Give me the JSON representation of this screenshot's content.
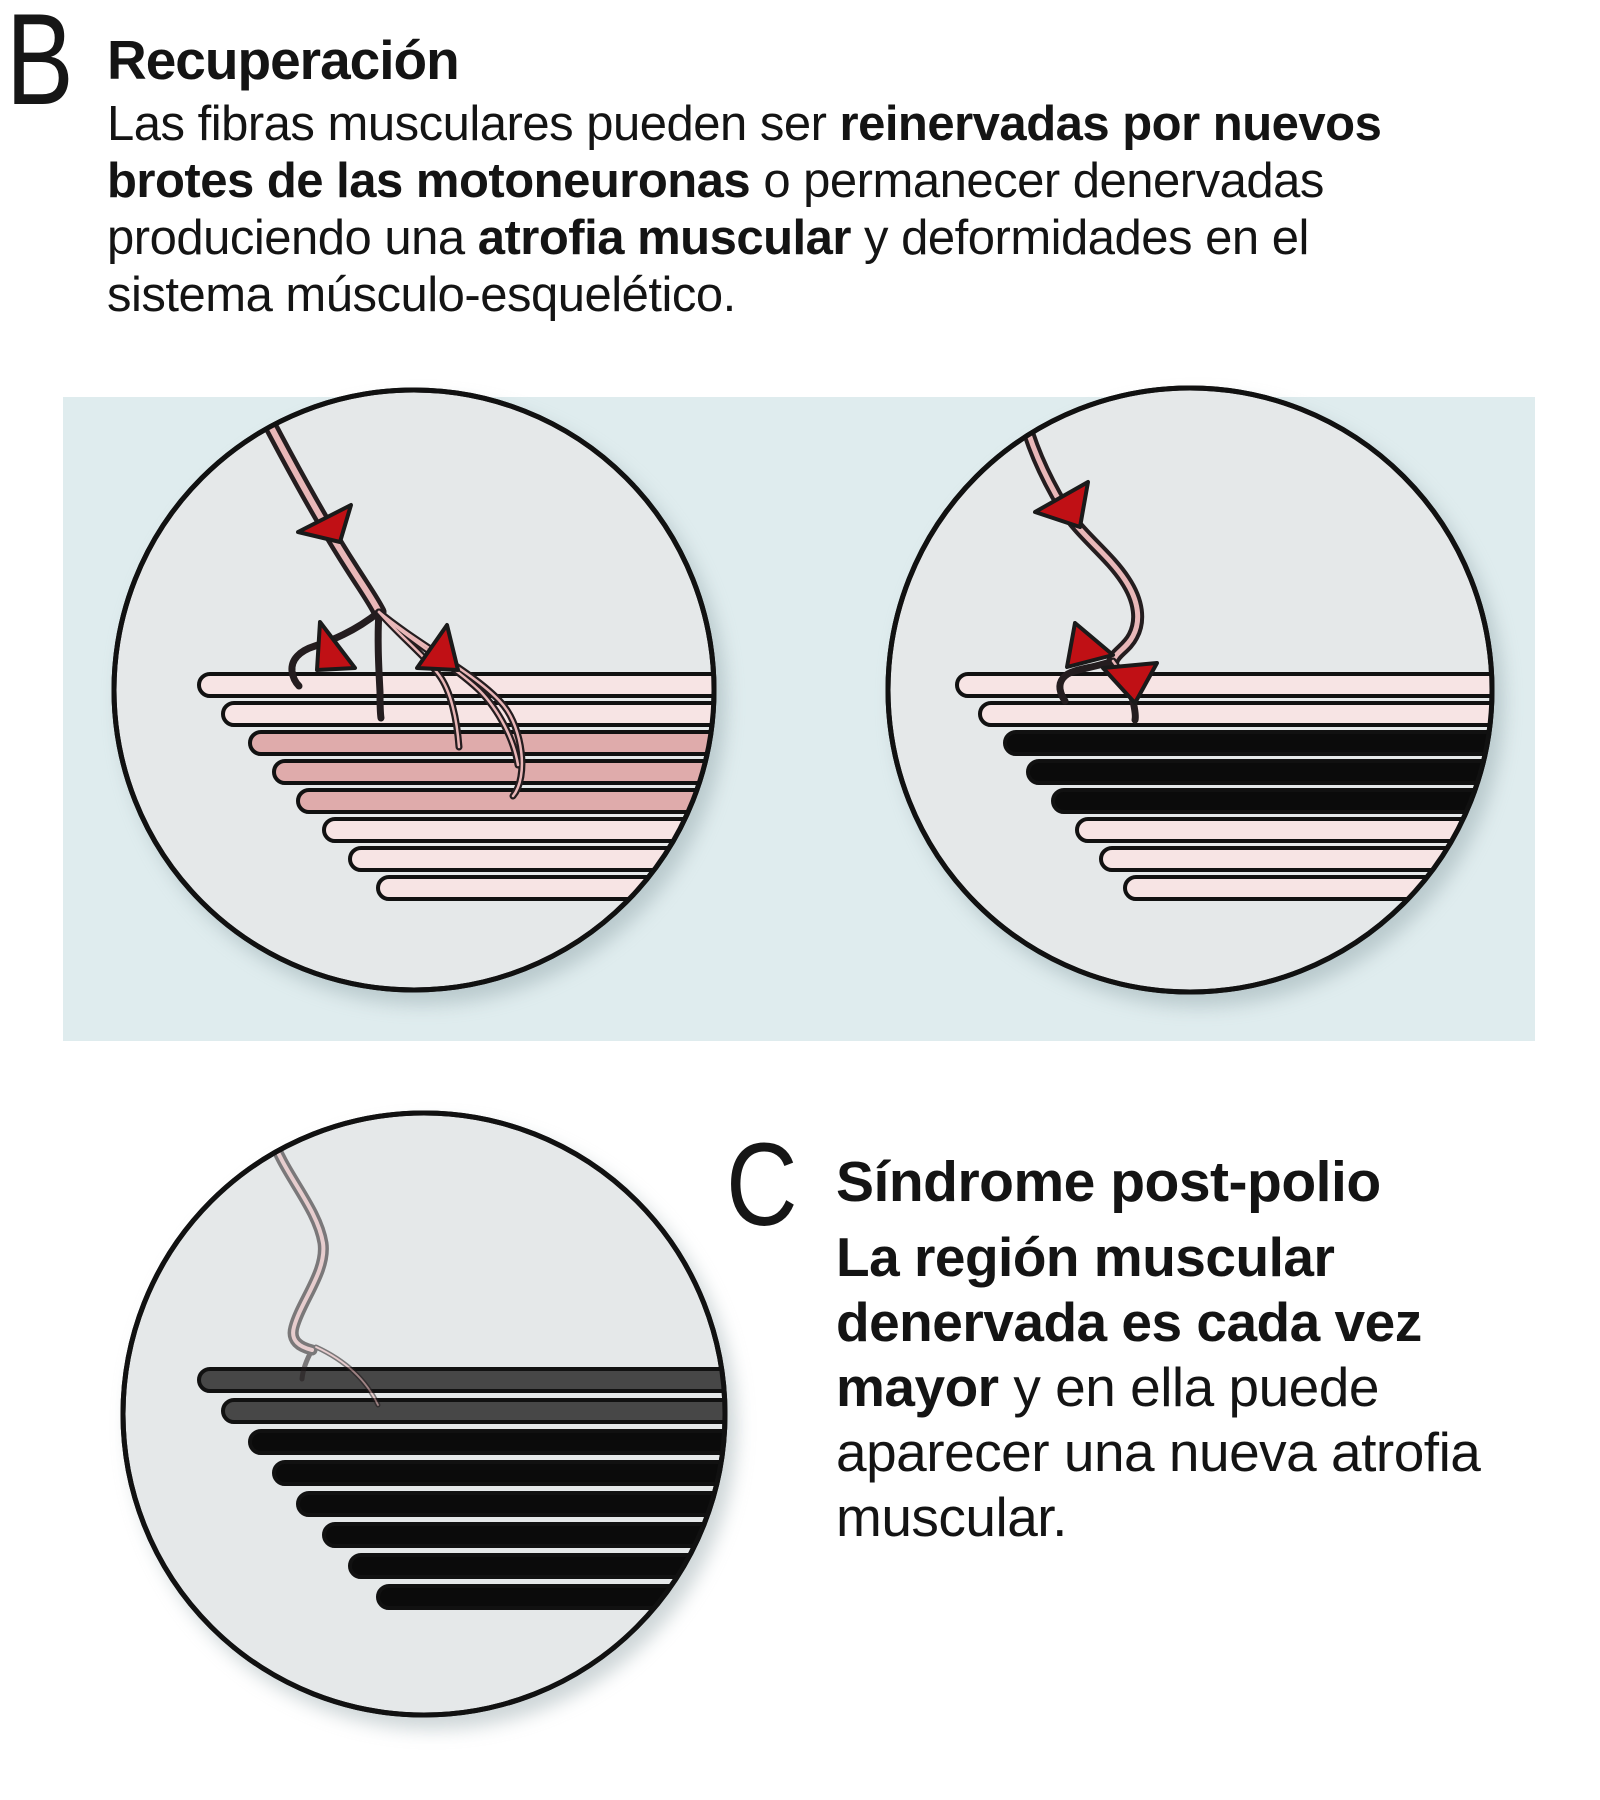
{
  "sections": {
    "b": {
      "label": "B",
      "title": "Recuperación",
      "body_lines": [
        {
          "seg0": "Las fibras musculares pueden ser ",
          "seg1": "reinervadas por nuevos"
        },
        {
          "seg0": "brotes de las motoneuronas",
          "seg1": " o permanecer denervadas"
        },
        {
          "seg0": "produciendo una ",
          "seg1": "atrofia muscular",
          "seg2": " y deformidades en el"
        },
        {
          "seg0": "sistema músculo-esquelético."
        }
      ]
    },
    "c": {
      "label": "C",
      "title": "Síndrome post-polio",
      "body_lines": [
        {
          "seg0": "La región muscular"
        },
        {
          "seg0": "denervada es cada vez"
        },
        {
          "seg0": "mayor",
          "seg1": " y en ella puede"
        },
        {
          "seg0": "aparecer una nueva atrofia"
        },
        {
          "seg0": "muscular."
        }
      ]
    }
  },
  "figures": {
    "b_left": {
      "fibers": [
        "light",
        "light",
        "dark",
        "dark",
        "dark",
        "light",
        "light",
        "light"
      ]
    },
    "b_right": {
      "fibers": [
        "light",
        "light",
        "black",
        "black",
        "black",
        "light",
        "light",
        "light"
      ]
    },
    "c": {
      "fibers": [
        "gray",
        "gray",
        "black",
        "black",
        "black",
        "black",
        "black",
        "black"
      ]
    }
  },
  "colors": {
    "band_background": "#dfecee",
    "circle_fill": "#e5e8e9",
    "outline": "#111111",
    "fiber_light_pink": "#f7e4e4",
    "fiber_dark_pink": "#dfabab",
    "fiber_black": "#0b0b0b",
    "fiber_gray": "#474747",
    "nerve_outline": "#241d1f",
    "nerve_core_pink": "#e9b7b8",
    "faded_nerve": "#6b6062",
    "arrow_red": "#c01015"
  }
}
